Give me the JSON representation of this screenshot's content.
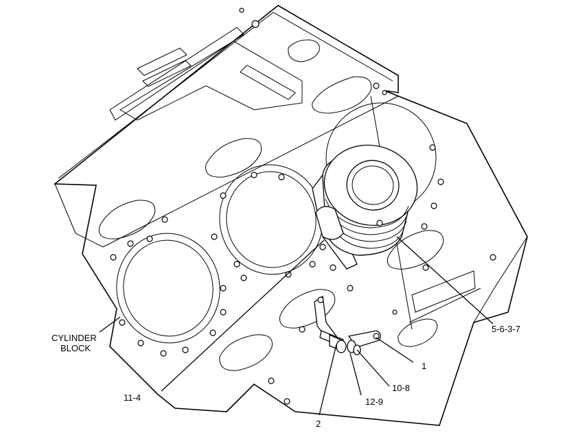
{
  "labels": {
    "cylinder_block_line1": "CYLINDER",
    "cylinder_block_line2": "BLOCK",
    "callout_5_6_3_7": "5-6-3-7",
    "callout_1": "1",
    "callout_10_8": "10-8",
    "callout_12_9": "12-9",
    "callout_11_4": "11-4",
    "callout_2": "2"
  }
}
